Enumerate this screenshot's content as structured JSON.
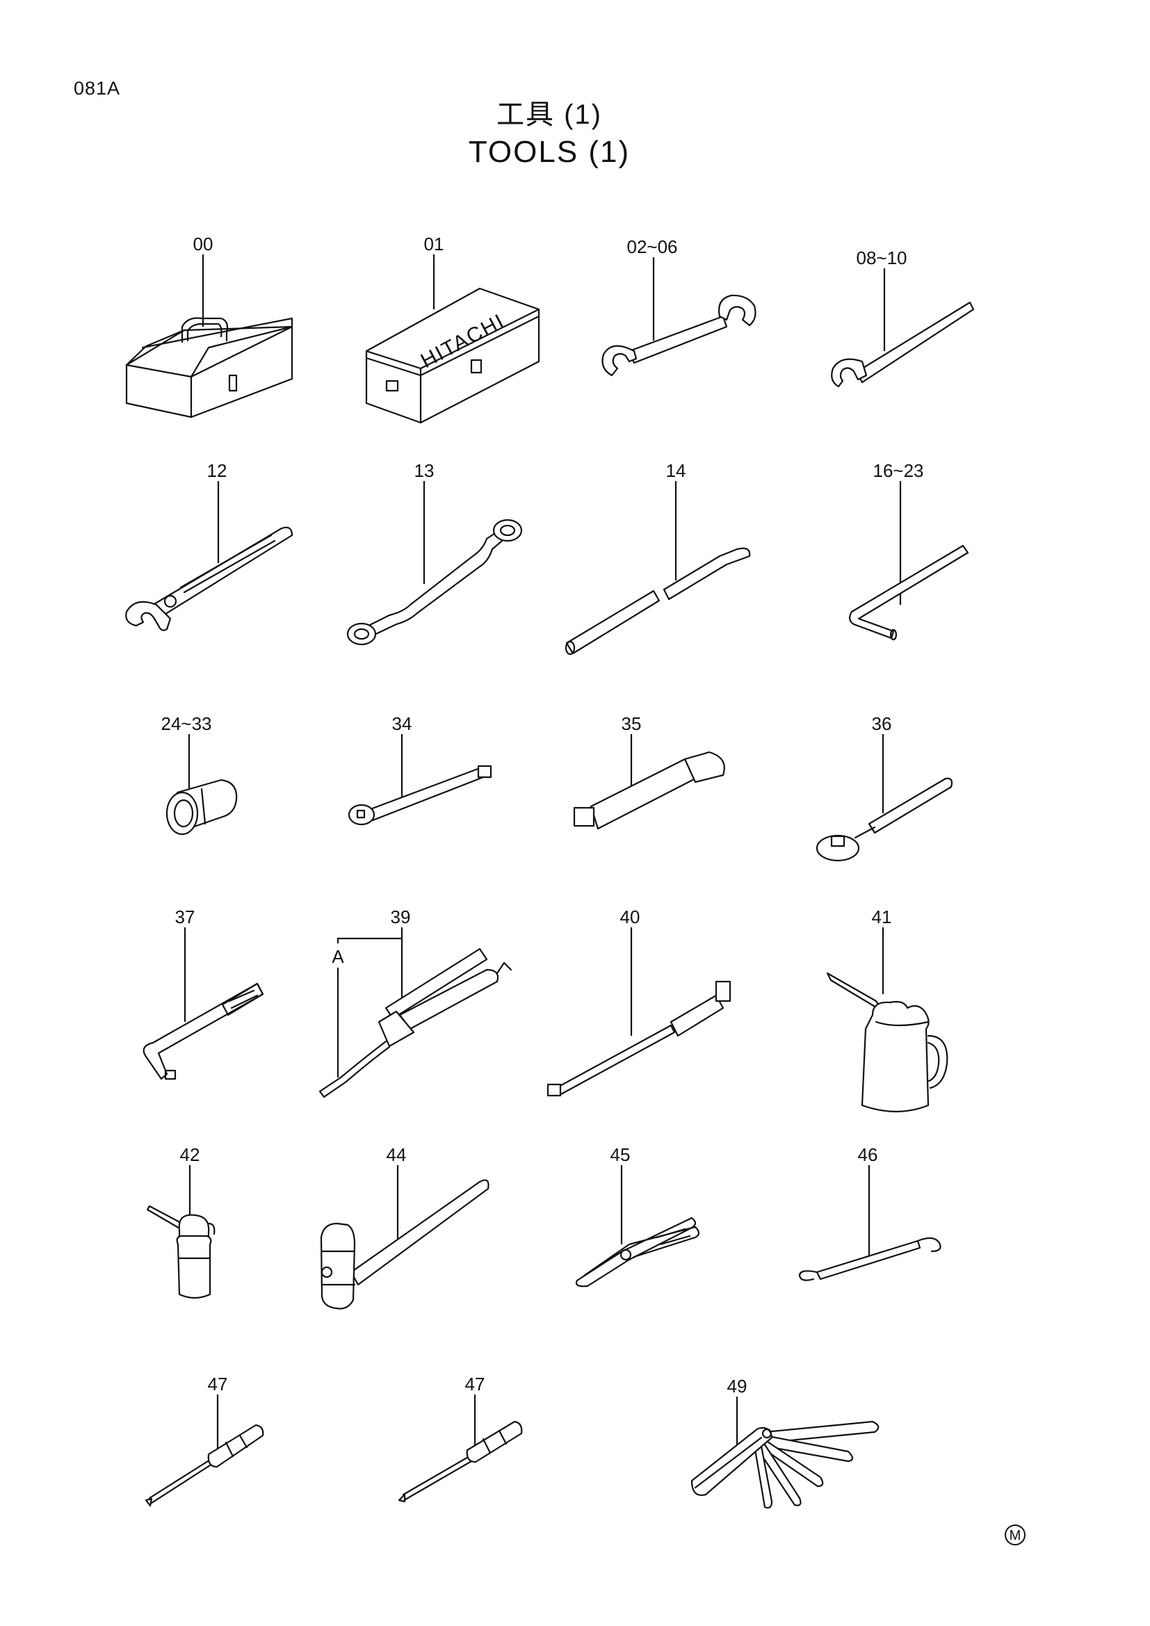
{
  "page": {
    "code": "081A",
    "title_jp": "工具 (1)",
    "title_en": "TOOLS (1)",
    "stamp": "M"
  },
  "parts": [
    {
      "ref": "00",
      "shape": "toolbox-icon"
    },
    {
      "ref": "01",
      "shape": "hitachi-toolbox-icon",
      "marking": "HITACHI"
    },
    {
      "ref": "02~06",
      "shape": "double-open-wrench-icon"
    },
    {
      "ref": "08~10",
      "shape": "single-open-wrench-icon"
    },
    {
      "ref": "12",
      "shape": "adjustable-wrench-icon"
    },
    {
      "ref": "13",
      "shape": "offset-ring-wrench-icon"
    },
    {
      "ref": "14",
      "shape": "pry-bar-icon"
    },
    {
      "ref": "16~23",
      "shape": "hex-key-icon"
    },
    {
      "ref": "24~33",
      "shape": "socket-icon"
    },
    {
      "ref": "34",
      "shape": "extension-bar-icon"
    },
    {
      "ref": "35",
      "shape": "socket-handle-icon"
    },
    {
      "ref": "36",
      "shape": "ratchet-handle-icon"
    },
    {
      "ref": "37",
      "shape": "l-wrench-icon"
    },
    {
      "ref": "39",
      "shape": "grease-gun-icon",
      "sublabel": "A"
    },
    {
      "ref": "40",
      "shape": "grease-hose-icon"
    },
    {
      "ref": "41",
      "shape": "oil-jug-icon"
    },
    {
      "ref": "42",
      "shape": "oiler-icon"
    },
    {
      "ref": "44",
      "shape": "hammer-icon"
    },
    {
      "ref": "45",
      "shape": "pliers-icon"
    },
    {
      "ref": "46",
      "shape": "spanner-bar-icon"
    },
    {
      "ref": "47",
      "shape": "phillips-screwdriver-icon"
    },
    {
      "ref": "47",
      "shape": "flat-screwdriver-icon"
    },
    {
      "ref": "49",
      "shape": "feeler-gauge-icon"
    }
  ]
}
